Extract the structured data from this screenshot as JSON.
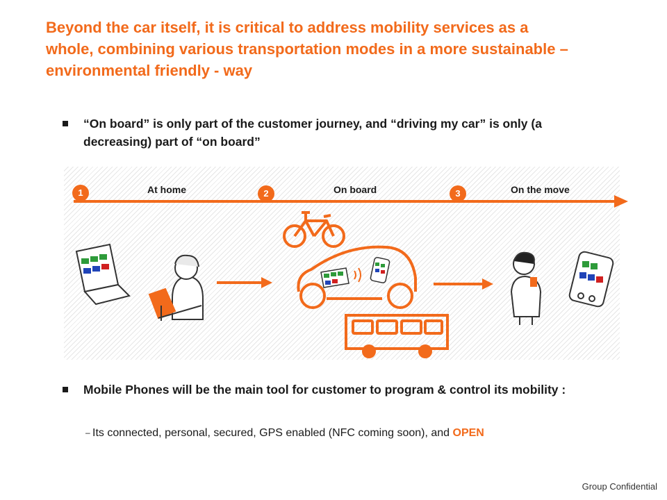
{
  "title": "Beyond the car itself, it is critical to address mobility services as a whole, combining various transportation modes in a more sustainable – environmental friendly - way",
  "bullet1": "“On board” is only part of the customer journey, and “driving my car” is only (a decreasing) part of “on board”",
  "journey": {
    "stages": [
      {
        "number": "1",
        "label": "At home"
      },
      {
        "number": "2",
        "label": "On board"
      },
      {
        "number": "3",
        "label": "On the move"
      }
    ]
  },
  "bullet2": "Mobile Phones will be the main tool for customer to program & control its mobility :",
  "sub_bullet": {
    "text": "Its connected, personal, secured, GPS enabled (NFC coming soon), and",
    "highlight": "OPEN"
  },
  "footer": "Group Confidential",
  "colors": {
    "accent": "#f26a1b",
    "text": "#1a1a1a"
  }
}
